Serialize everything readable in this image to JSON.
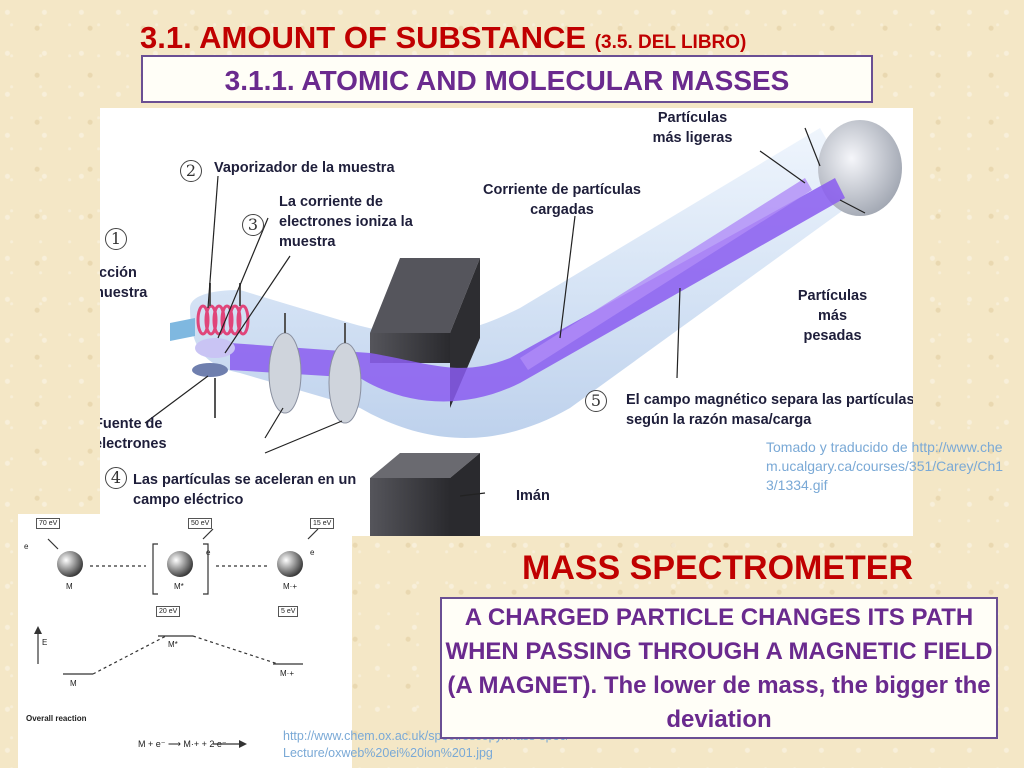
{
  "header": {
    "title_main": "3.1. AMOUNT OF SUBSTANCE",
    "title_suffix": "(3.5. DEL LIBRO)",
    "subtitle": "3.1.1. ATOMIC AND MOLECULAR MASSES"
  },
  "diagram": {
    "numbers": [
      "1",
      "2",
      "3",
      "4",
      "5"
    ],
    "labels": {
      "vaporizer": "Vaporizador de la muestra",
      "ionize": "La corriente de electrones ioniza la muestra",
      "injection": "Inyección de muestra",
      "stream": "Corriente de partículas cargadas",
      "lighter": "Partículas más ligeras",
      "heavier": "Partículas más pesadas",
      "electron_source": "Fuente de electrones",
      "accelerate": "Las partículas se aceleran en un campo eléctrico",
      "magnet": "Imán",
      "field": "El campo magnético separa las partículas según la razón masa/carga"
    },
    "credit": "Tomado y traducido de http://www.chem.ucalgary.ca/courses/351/Carey/Ch13/1334.gif",
    "colors": {
      "beam": "#8a5cf0",
      "magnet": "#3a3a3e",
      "tube": "#c9dbf2",
      "coil": "#e0457a"
    }
  },
  "energy_diagram": {
    "energies": [
      "70 eV",
      "50 eV",
      "15 eV",
      "20 eV",
      "5 eV"
    ],
    "species": [
      "M",
      "M*",
      "M·+"
    ],
    "electron": "e",
    "axis": "E",
    "overall": "Overall reaction",
    "reaction": "M + e⁻  ⟶  M·+ + 2 e⁻",
    "credit": "http://www.chem.ox.ac.uk/spectroscopy/mass-spec/Lecture/oxweb%20ei%20ion%201.jpg"
  },
  "summary": {
    "title": "MASS SPECTROMETER",
    "text": "A CHARGED PARTICLE CHANGES ITS PATH WHEN PASSING THROUGH A MAGNETIC FIELD (A MAGNET). The lower de mass, the bigger the deviation"
  }
}
